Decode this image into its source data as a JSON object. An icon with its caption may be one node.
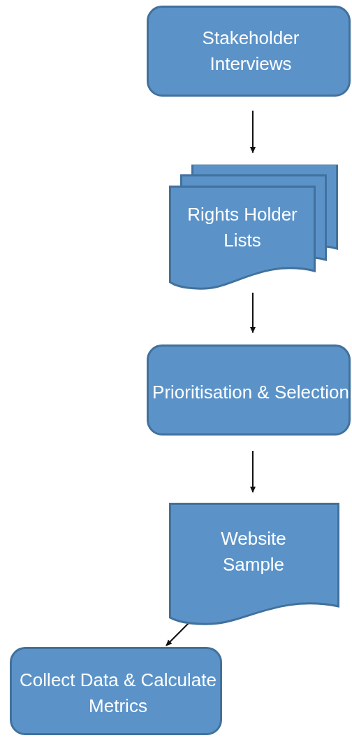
{
  "diagram": {
    "nodes": [
      {
        "text": [
          "Stakeholder Interviews"
        ]
      },
      {
        "text": [
          "Rights Holder Lists"
        ]
      },
      {
        "text": [
          "Prioritisation & Selection"
        ]
      },
      {
        "text": [
          "Website Sample"
        ]
      },
      {
        "text": [
          "Collect Data & Calculate Metrics"
        ]
      }
    ],
    "edges": [
      {
        "from": 0,
        "to": 1,
        "arrow": "to"
      },
      {
        "from": 1,
        "to": 2,
        "arrow": "to"
      },
      {
        "from": 2,
        "to": 3,
        "arrow": "to"
      },
      {
        "from": 3,
        "to": 4,
        "arrow": "to"
      }
    ]
  }
}
